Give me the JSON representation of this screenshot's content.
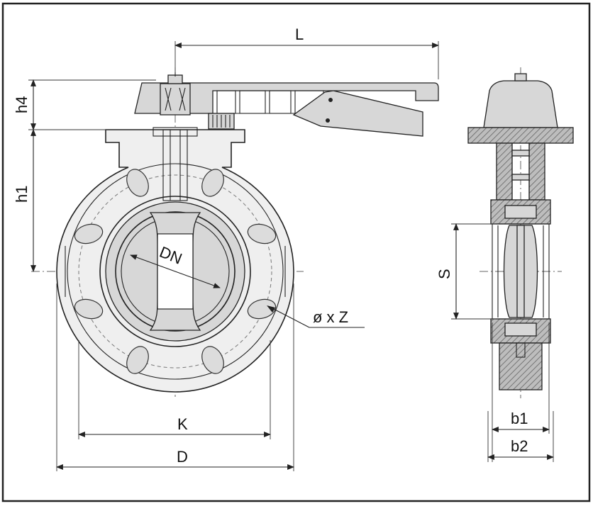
{
  "labels": {
    "L": "L",
    "h4": "h4",
    "h1": "h1",
    "DN": "DN",
    "bolt": "ø x Z",
    "K": "K",
    "D": "D",
    "S": "S",
    "b1": "b1",
    "b2": "b2"
  }
}
